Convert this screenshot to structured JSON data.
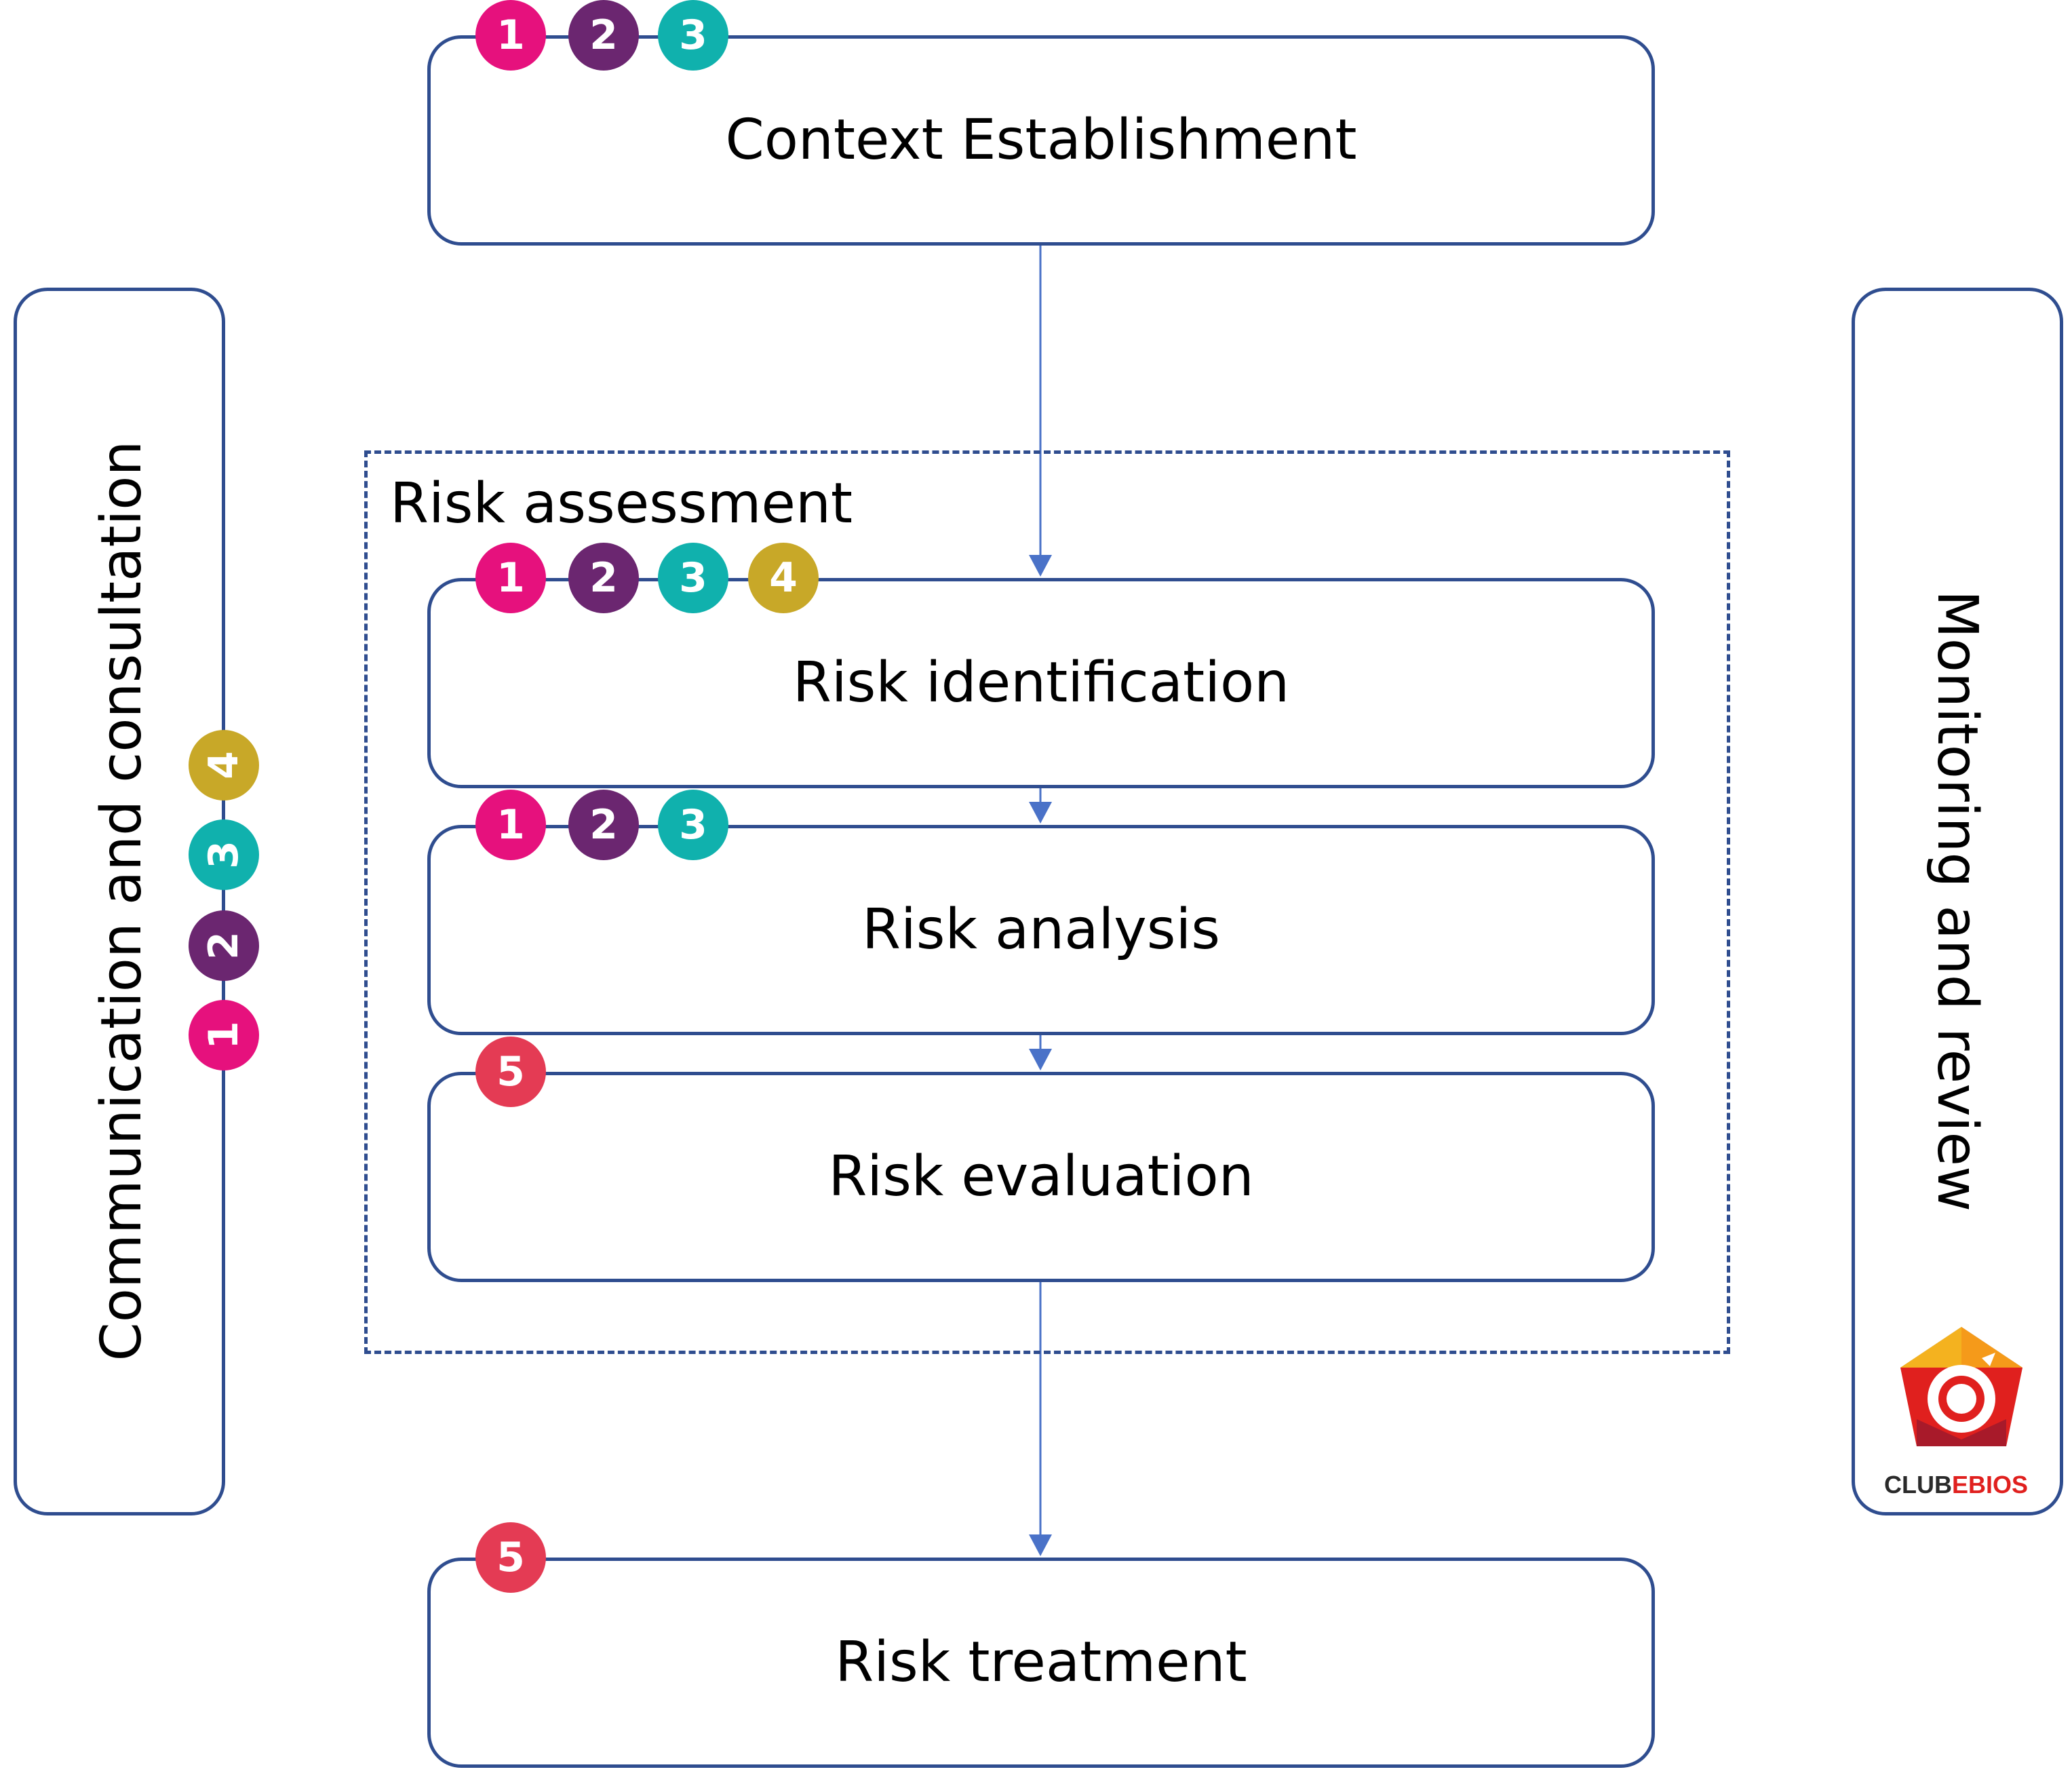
{
  "boxes": {
    "context": "Context Establishment",
    "identification": "Risk identification",
    "analysis": "Risk analysis",
    "evaluation": "Risk evaluation",
    "treatment": "Risk treatment"
  },
  "frame": {
    "title": "Risk assessment"
  },
  "side": {
    "left": "Communication and consultation",
    "right": "Monitoring and review"
  },
  "badges": {
    "context": [
      "1",
      "2",
      "3"
    ],
    "identification": [
      "1",
      "2",
      "3",
      "4"
    ],
    "analysis": [
      "1",
      "2",
      "3"
    ],
    "evaluation": [
      "5"
    ],
    "treatment": [
      "5"
    ],
    "left_side": [
      "1",
      "2",
      "3",
      "4"
    ]
  },
  "badge_colors": {
    "1": "#e6117d",
    "2": "#6b2670",
    "3": "#10b1ad",
    "4": "#c8a828",
    "5": "#e43b54"
  },
  "colors": {
    "stroke": "#2f4d8f",
    "connector": "#4a72c8"
  },
  "logo": {
    "club": "CLUB",
    "ebios": "EBIOS"
  }
}
